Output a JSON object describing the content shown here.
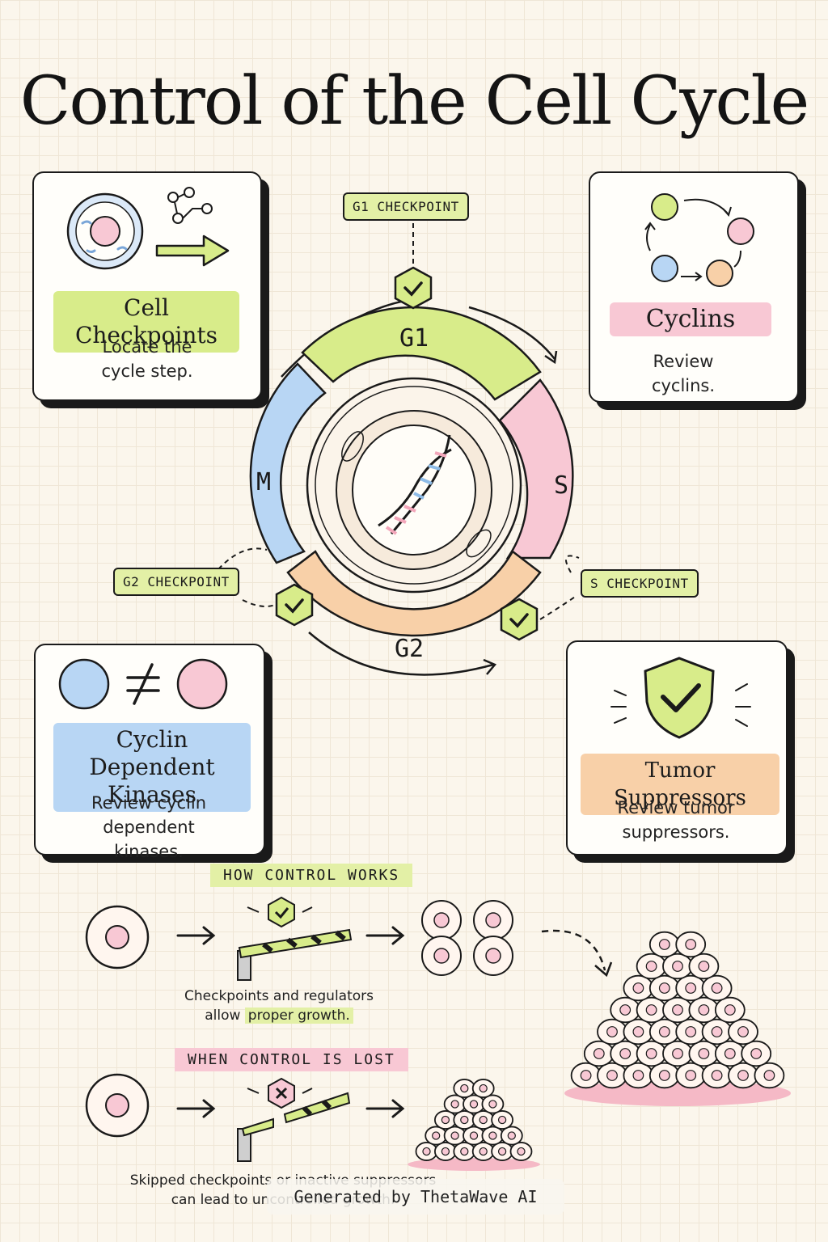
{
  "title": "Control of the Cell Cycle",
  "cards": {
    "checkpoints": {
      "title": "Cell Checkpoints",
      "desc": "Locate the cycle step."
    },
    "cyclins": {
      "title": "Cyclins",
      "desc": "Review cyclins."
    },
    "cdk": {
      "title": "Cyclin Dependent Kinases",
      "desc": "Review cyclin dependent kinases."
    },
    "tumor": {
      "title": "Tumor Suppressors",
      "desc": "Review tumor suppressors."
    }
  },
  "cycle": {
    "phases": {
      "g1": "G1",
      "s": "S",
      "g2": "G2",
      "m": "M"
    },
    "checkpoints": {
      "g1": "G1 CHECKPOINT",
      "s": "S CHECKPOINT",
      "g2": "G2 CHECKPOINT"
    },
    "colors": {
      "g1": "#d8ec8a",
      "s": "#f8c8d4",
      "g2": "#f8d0a8",
      "m": "#b8d6f4"
    }
  },
  "how": {
    "heading": "HOW CONTROL WORKS",
    "caption_line1": "Checkpoints and regulators",
    "caption_line2_prefix": "allow",
    "caption_line2_highlight": "proper growth."
  },
  "lost": {
    "heading": "WHEN CONTROL IS LOST",
    "caption_line1": "Skipped checkpoints or inactive suppressors",
    "caption_line2": "can lead to uncontrolled growth."
  },
  "watermark": "Generated by ThetaWave AI",
  "icons": [
    "cell-icon",
    "molecule-icon",
    "arrow-right-icon",
    "cycle-arrows-icon",
    "not-equal-icon",
    "shield-check-icon",
    "checkpoint-hexagon-icon",
    "barrier-gate-icon",
    "tumor-mass-icon",
    "dna-icon"
  ],
  "accent_colors": {
    "lime": "#e3f0a6",
    "pink": "#f8c8d4",
    "blue": "#b8d6f4",
    "orange": "#f8d0a8"
  }
}
